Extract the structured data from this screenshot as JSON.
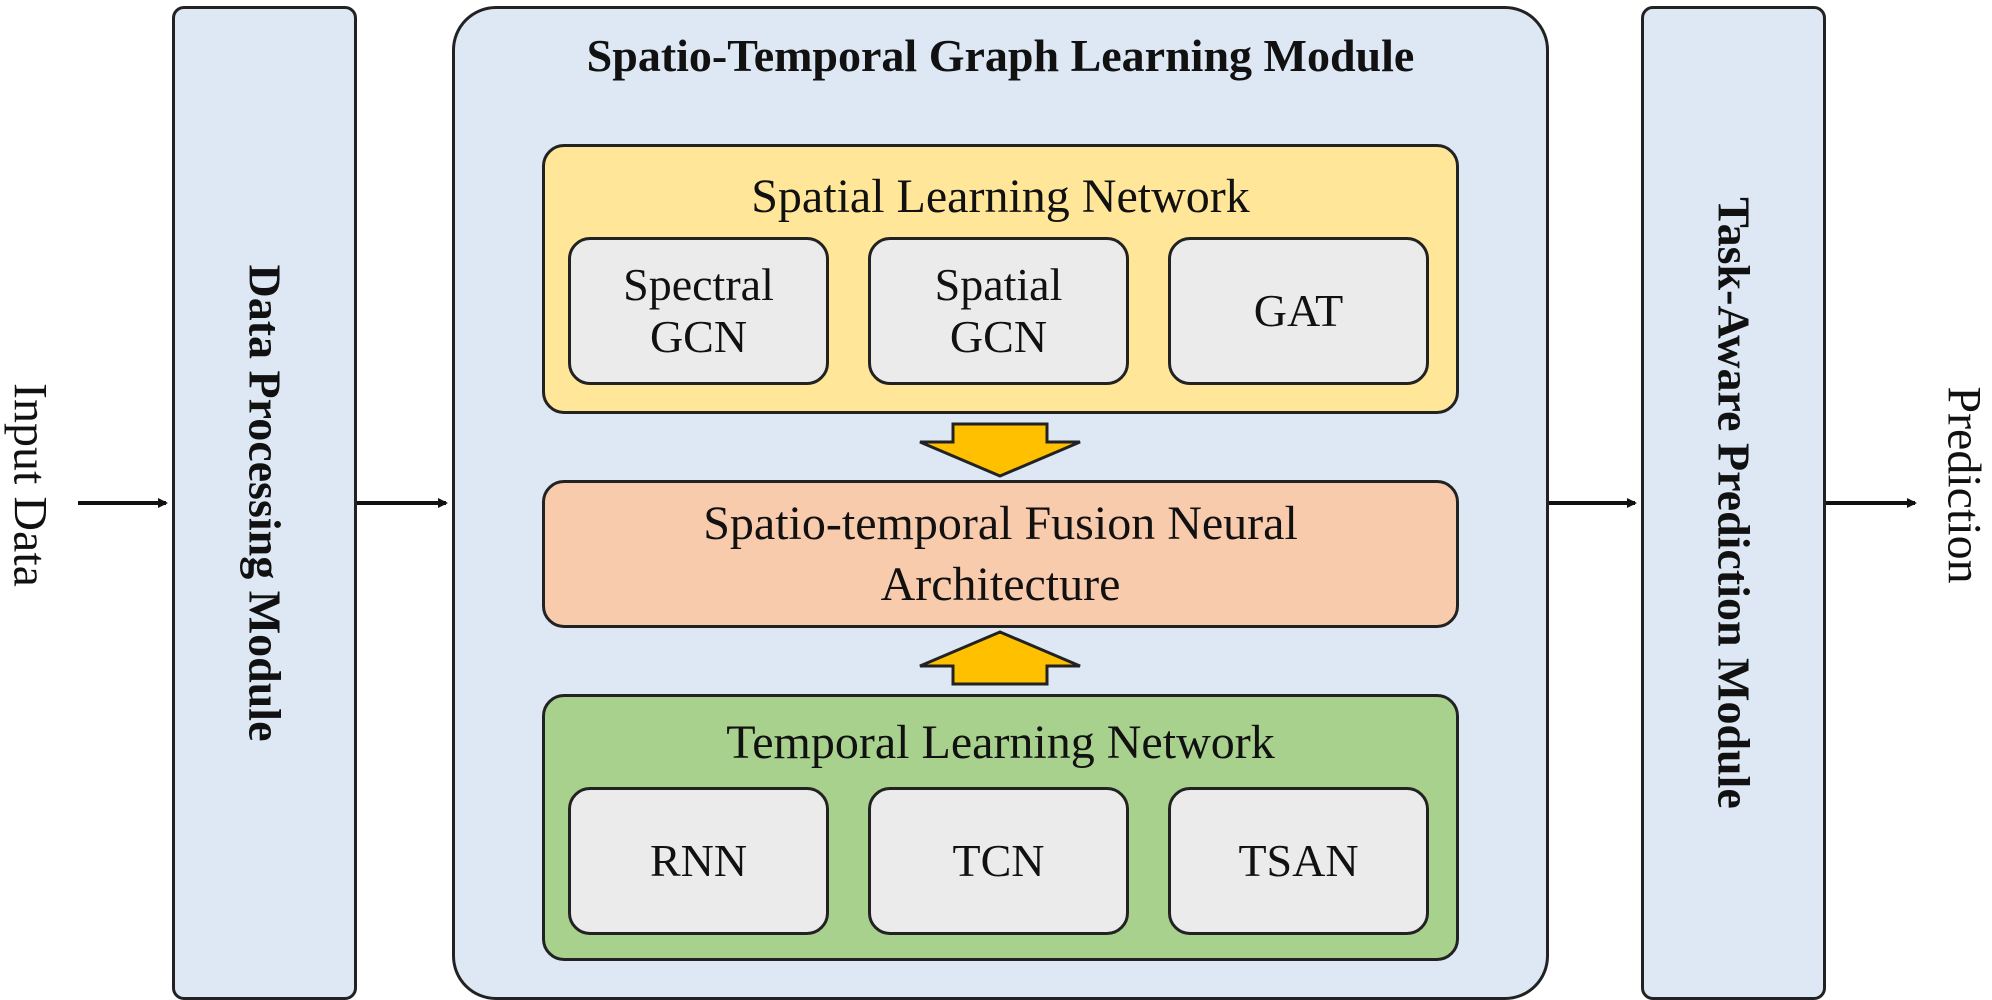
{
  "input_label": "Input Data",
  "output_label": "Prediction",
  "data_processing": {
    "label": "Data Processing Module"
  },
  "st_module": {
    "title": "Spatio-Temporal Graph Learning Module",
    "spatial": {
      "title": "Spatial Learning Network",
      "items": [
        {
          "line1": "Spectral",
          "line2": "GCN"
        },
        {
          "line1": "Spatial",
          "line2": "GCN"
        },
        {
          "line1": "GAT",
          "line2": ""
        }
      ]
    },
    "fusion": {
      "line1": "Spatio-temporal Fusion Neural",
      "line2": "Architecture"
    },
    "temporal": {
      "title": "Temporal Learning Network",
      "items": [
        {
          "label": "RNN"
        },
        {
          "label": "TCN"
        },
        {
          "label": "TSAN"
        }
      ]
    }
  },
  "task_aware": {
    "label": "Task-Aware Prediction Module"
  },
  "colors": {
    "module_fill": "#dde8f4",
    "spatial_fill": "#ffe699",
    "fusion_fill": "#f8cbad",
    "temporal_fill": "#a9d18e",
    "component_fill": "#ebebeb",
    "block_arrow_fill": "#ffc000"
  }
}
